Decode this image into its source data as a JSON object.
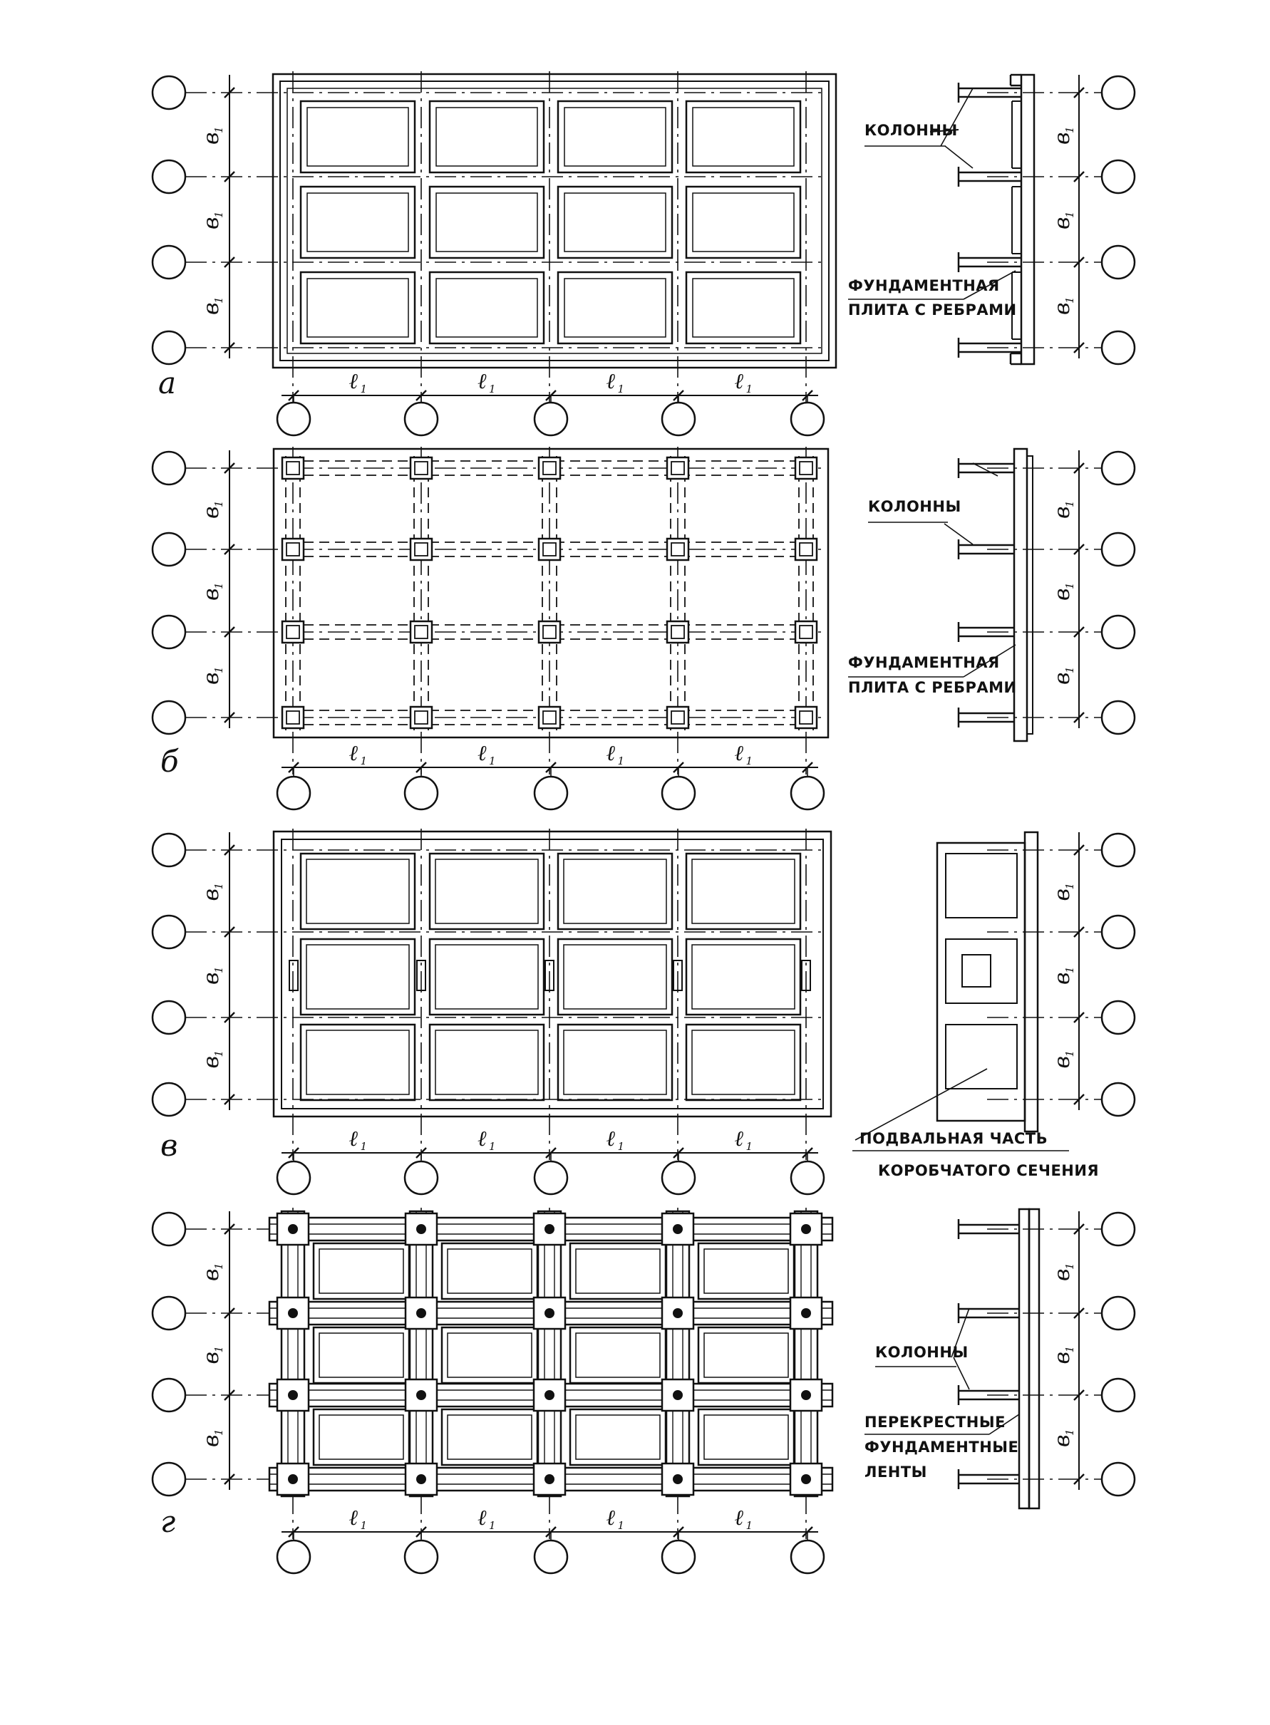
{
  "figure": {
    "panels": [
      {
        "id": "a",
        "letter": "а",
        "callouts": {
          "columns": "КОЛОННЫ",
          "slab_line1": "ФУНДАМЕНТНАЯ",
          "slab_line2": "ПЛИТА С РЕБРАМИ"
        },
        "span_label": "ℓ",
        "bay_label": "в",
        "index": "1"
      },
      {
        "id": "b",
        "letter": "б",
        "callouts": {
          "columns": "КОЛОННЫ",
          "slab_line1": "ФУНДАМЕНТНАЯ",
          "slab_line2": "ПЛИТА С РЕБРАМИ"
        },
        "span_label": "ℓ",
        "bay_label": "в",
        "index": "1"
      },
      {
        "id": "v",
        "letter": "в",
        "callouts": {
          "basement_line1": "ПОДВАЛЬНАЯ  ЧАСТЬ",
          "basement_line2": "КОРОБЧАТОГО  СЕЧЕНИЯ"
        },
        "span_label": "ℓ",
        "bay_label": "в",
        "index": "1"
      },
      {
        "id": "g",
        "letter": "г",
        "callouts": {
          "columns": "КОЛОННЫ",
          "strips_line1": "ПЕРЕКРЕСТНЫЕ",
          "strips_line2": "ФУНДАМЕНТНЫЕ",
          "strips_line3": "ЛЕНТЫ"
        },
        "span_label": "ℓ",
        "bay_label": "в",
        "index": "1"
      }
    ]
  }
}
